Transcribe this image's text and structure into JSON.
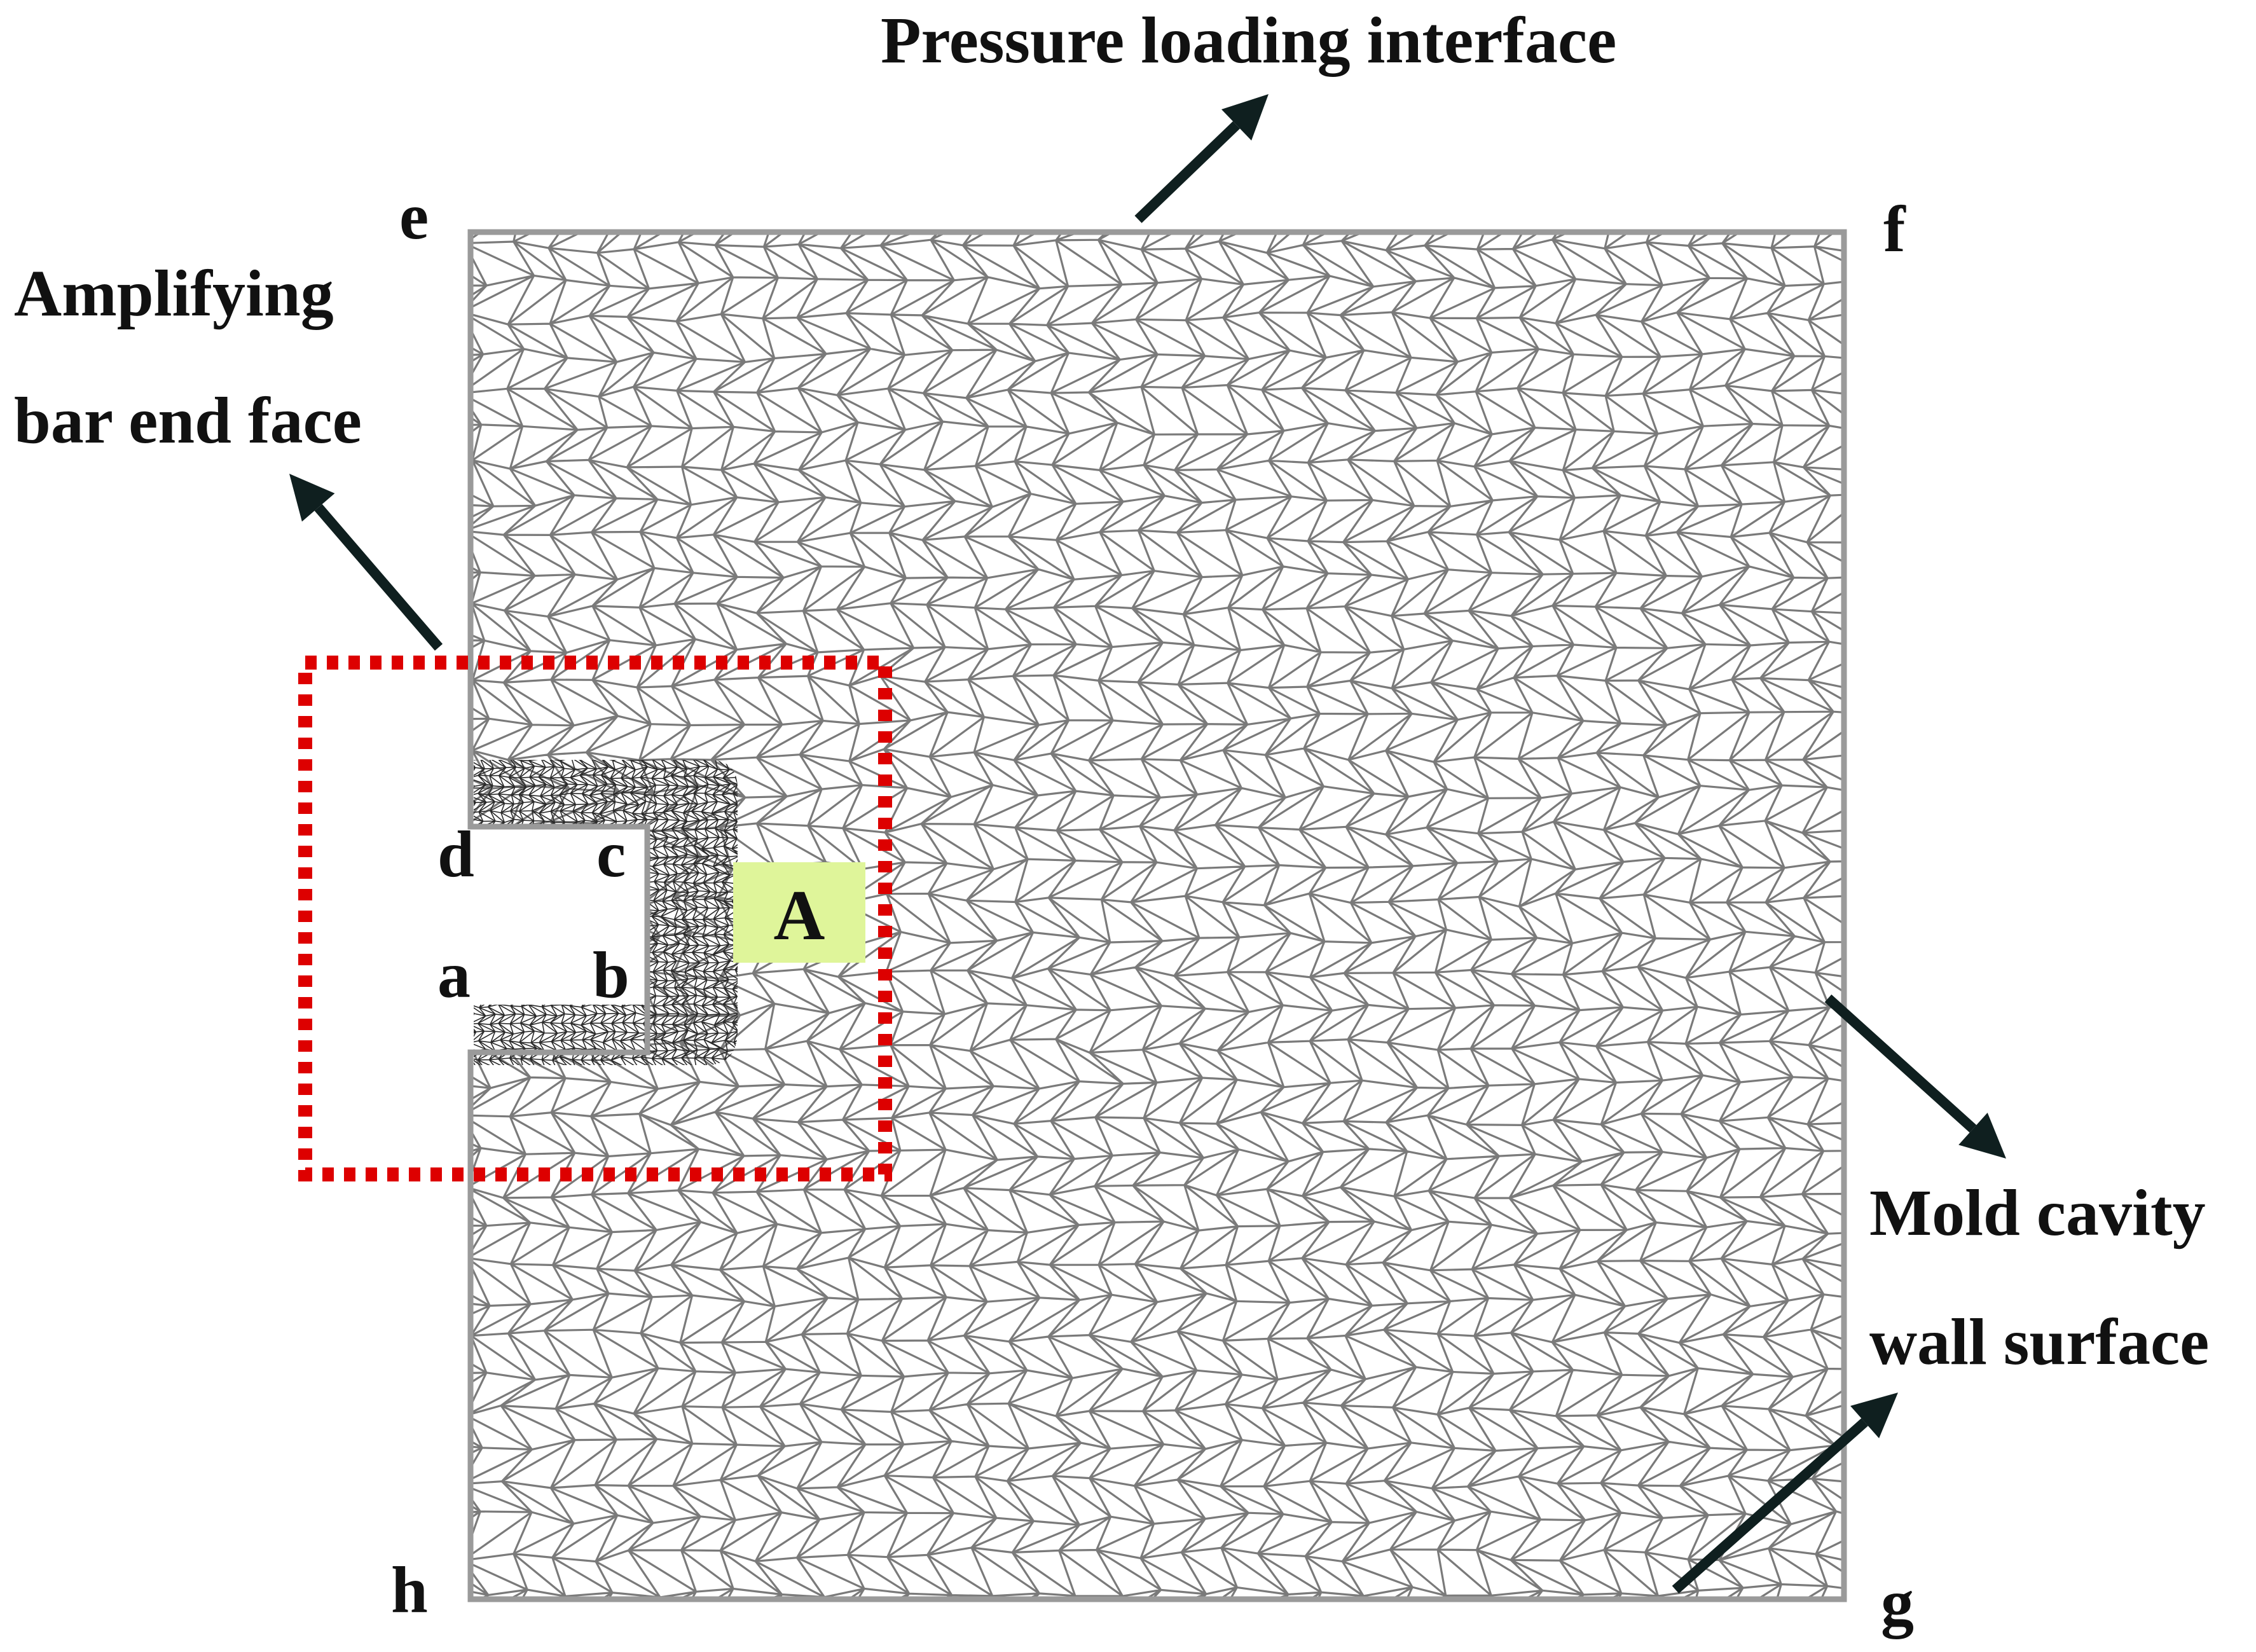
{
  "labels": {
    "top": "Pressure loading interface",
    "left_line1": "Amplifying",
    "left_line2": "bar end face",
    "right_line1": "Mold cavity",
    "right_line2": "wall surface"
  },
  "corners": {
    "e": "e",
    "f": "f",
    "g": "g",
    "h": "h"
  },
  "points": {
    "a": "a",
    "b": "b",
    "c": "c",
    "d": "d"
  },
  "region_label": "A",
  "colors": {
    "mesh": "#7a7a7a",
    "mesh_fine": "#2a2a2a",
    "frame": "#9a9a9a",
    "highlight_box": "#dd0000",
    "region_fill": "#dff59a",
    "arrow": "#0f1f1f",
    "text": "#111111"
  }
}
